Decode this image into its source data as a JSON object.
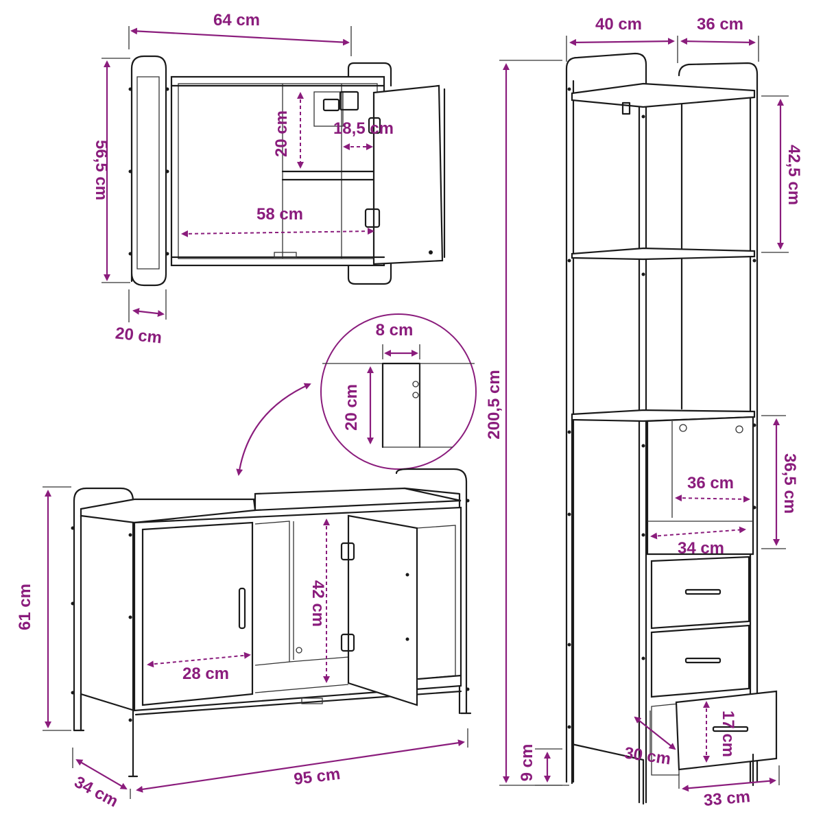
{
  "colors": {
    "dimension": "#8a1c7c",
    "outline": "#1a1a1a",
    "background": "#ffffff"
  },
  "wall_cabinet": {
    "width": "64 cm",
    "height": "56,5 cm",
    "depth": "20 cm",
    "inner_width": "58 cm",
    "inner_height": "20 cm",
    "inner_depth": "18,5 cm"
  },
  "detail_circle": {
    "gap_width": "8 cm",
    "gap_height": "20 cm"
  },
  "base_cabinet": {
    "height": "61 cm",
    "width": "95 cm",
    "depth": "34 cm",
    "inner_height": "42 cm",
    "inner_width": "28 cm"
  },
  "tall_cabinet": {
    "width": "40 cm",
    "depth": "36 cm",
    "height": "200,5 cm",
    "shelf_height": "42,5 cm",
    "compartment_height": "36,5 cm",
    "compartment_width": "36 cm",
    "compartment_depth": "34 cm",
    "drawer_height": "17 cm",
    "drawer_depth": "30 cm",
    "drawer_width": "33 cm",
    "leg_height": "9 cm"
  }
}
